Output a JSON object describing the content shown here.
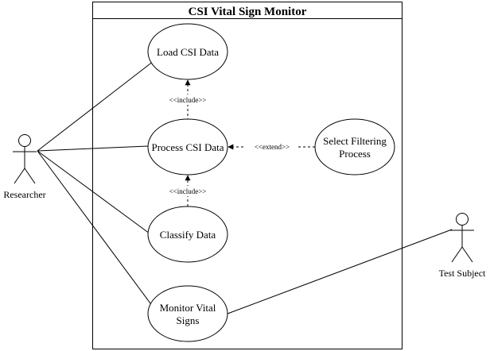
{
  "system": {
    "title": "CSI Vital Sign Monitor"
  },
  "actors": {
    "researcher": "Researcher",
    "test_subject": "Test Subject"
  },
  "use_cases": {
    "load_csi_data": [
      "Load CSI Data"
    ],
    "process_csi_data": [
      "Process CSI Data"
    ],
    "select_filtering_process": [
      "Select Filtering",
      "Process"
    ],
    "classify_data": [
      "Classify Data"
    ],
    "monitor_vital_signs": [
      "Monitor Vital",
      "Signs"
    ]
  },
  "relationships": {
    "include_load": "<<include>>",
    "include_classify": "<<include>>",
    "extend_filtering": "<<extend>>"
  },
  "colors": {
    "stroke": "#000000",
    "background": "#ffffff"
  }
}
